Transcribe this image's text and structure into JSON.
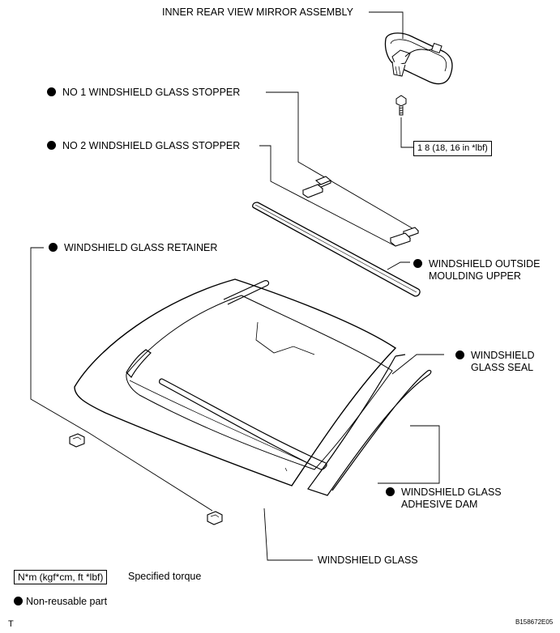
{
  "labels": {
    "mirror": "INNER REAR VIEW MIRROR ASSEMBLY",
    "stopper1": "NO  1 WINDSHIELD GLASS STOPPER",
    "stopper2": "NO  2 WINDSHIELD GLASS STOPPER",
    "retainer": "WINDSHIELD GLASS RETAINER",
    "moulding_line1": "WINDSHIELD OUTSIDE",
    "moulding_line2": "MOULDING UPPER",
    "seal_line1": "WINDSHIELD",
    "seal_line2": "GLASS SEAL",
    "dam_line1": "WINDSHIELD GLASS",
    "dam_line2": "ADHESIVE DAM",
    "glass": "WINDSHIELD GLASS"
  },
  "torque": "1 8 (18, 16 in *lbf)",
  "legend": {
    "torque_unit": "N*m (kgf*cm, ft *lbf)",
    "torque_text": "Specified torque",
    "nonreusable_text": "Non-reusable part"
  },
  "corner_letter": "T",
  "figure_code": "B158672E05"
}
